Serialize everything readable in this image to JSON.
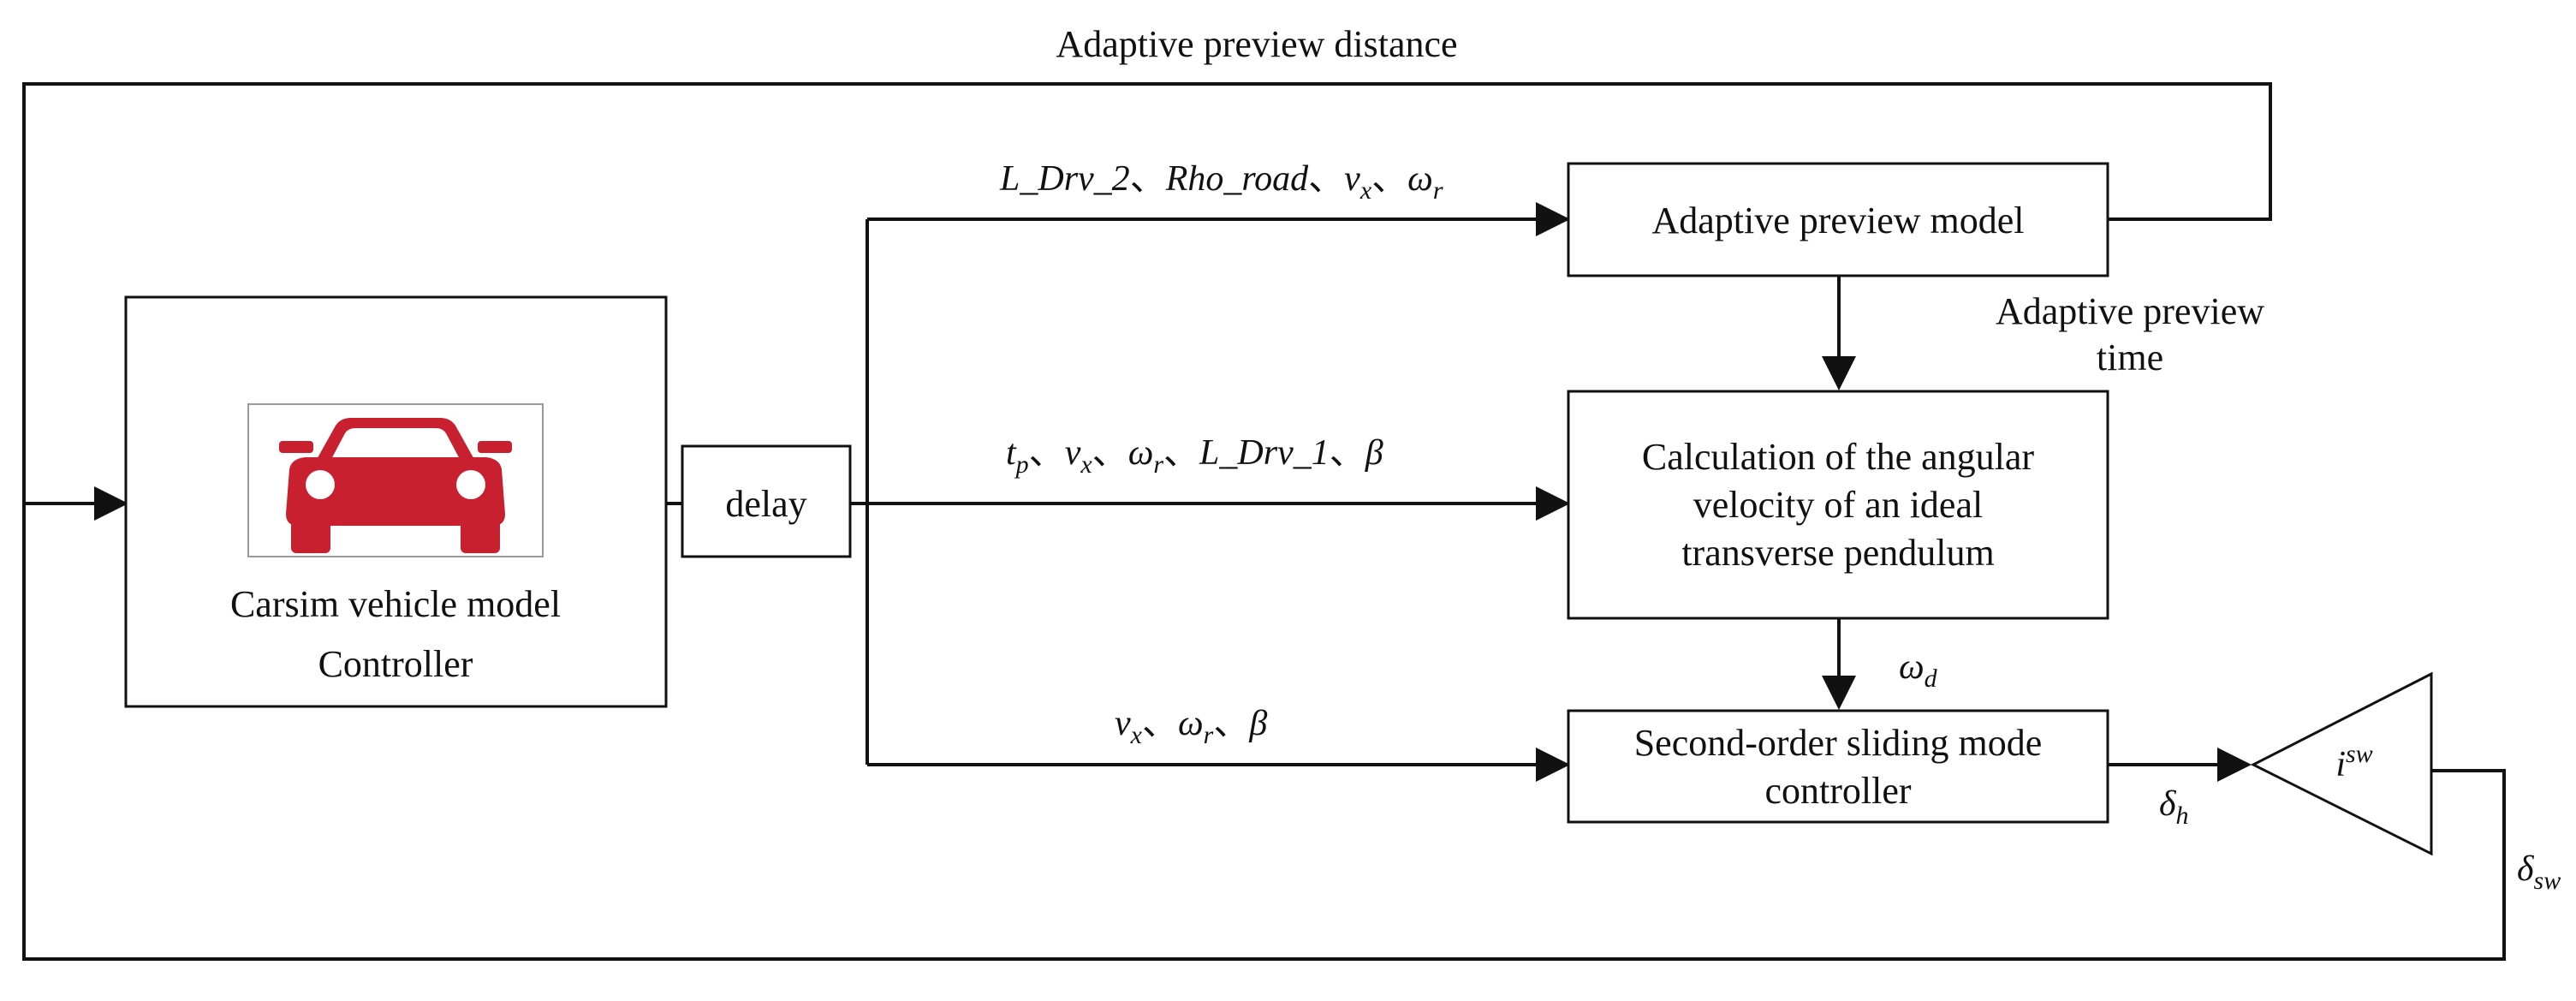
{
  "labels": {
    "top_feedback": "Adaptive preview distance",
    "vehicle_line1": "Carsim vehicle model",
    "vehicle_line2": "Controller",
    "delay": "delay",
    "adaptive_model": "Adaptive preview model",
    "preview_time_line1": "Adaptive preview",
    "preview_time_line2": "time",
    "calc_line1": "Calculation of the angular",
    "calc_line2": "velocity of an ideal",
    "calc_line3": "transverse pendulum",
    "smc_line1": "Second-order sliding mode",
    "smc_line2": "controller"
  },
  "signals": {
    "sep": "、",
    "l_drv_2": "L_Drv_2",
    "rho_road": "Rho_road",
    "l_drv_1": "L_Drv_1",
    "v": "v",
    "x": "x",
    "omega": "ω",
    "r": "r",
    "d": "d",
    "t": "t",
    "p": "p",
    "beta": "β",
    "delta": "δ",
    "h": "h",
    "sw": "sw",
    "i": "i"
  },
  "colors": {
    "car_red": "#c8202f",
    "line": "#111111"
  },
  "icons": {
    "car": "car-front-icon"
  }
}
